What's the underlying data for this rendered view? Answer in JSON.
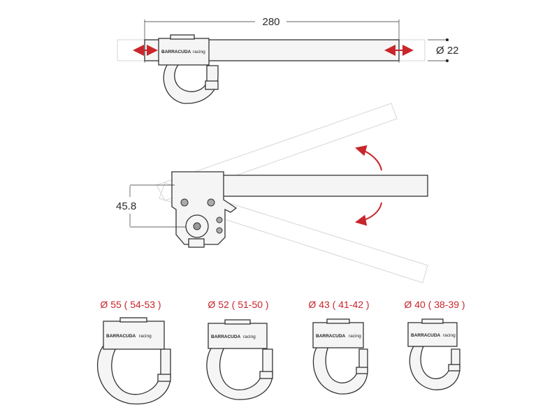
{
  "dimensions": {
    "length": "280",
    "tube_diameter": "Ø 22",
    "height": "45.8"
  },
  "brand": {
    "name": "BARRACUDA",
    "suffix": "racing"
  },
  "clamp_sizes": [
    {
      "label": "Ø 55 ( 54-53 )"
    },
    {
      "label": "Ø 52 ( 51-50 )"
    },
    {
      "label": "Ø 43 ( 41-42 )"
    },
    {
      "label": "Ø 40 ( 38-39 )"
    }
  ],
  "colors": {
    "accent_red": "#c8262c",
    "line": "#333333",
    "ghost": "#d6d6d6"
  }
}
